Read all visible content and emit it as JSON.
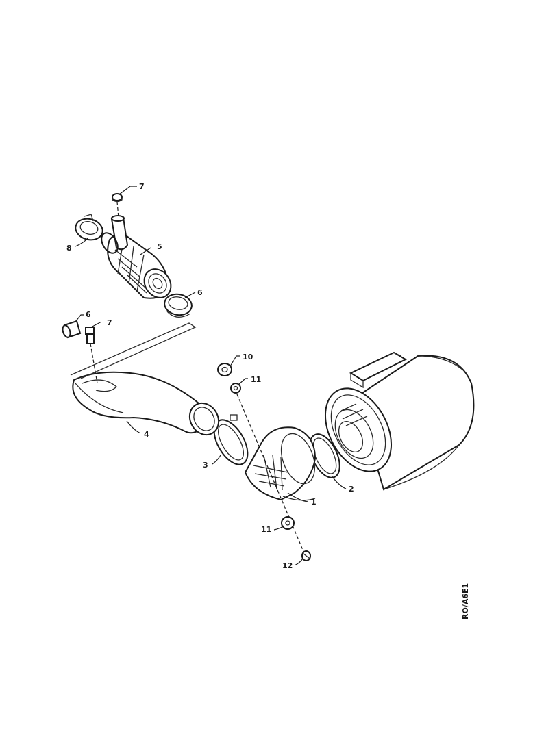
{
  "diagram": {
    "reference_code": "RO/A6E1",
    "callouts": [
      {
        "id": "c1",
        "label": "1"
      },
      {
        "id": "c2",
        "label": "2"
      },
      {
        "id": "c3",
        "label": "3"
      },
      {
        "id": "c4",
        "label": "4"
      },
      {
        "id": "c5",
        "label": "5"
      },
      {
        "id": "c6a",
        "label": "6"
      },
      {
        "id": "c6b",
        "label": "6"
      },
      {
        "id": "c7a",
        "label": "7"
      },
      {
        "id": "c7b",
        "label": "7"
      },
      {
        "id": "c8",
        "label": "8"
      },
      {
        "id": "c10",
        "label": "10"
      },
      {
        "id": "c11a",
        "label": "11"
      },
      {
        "id": "c11b",
        "label": "11"
      },
      {
        "id": "c12",
        "label": "12"
      }
    ]
  }
}
